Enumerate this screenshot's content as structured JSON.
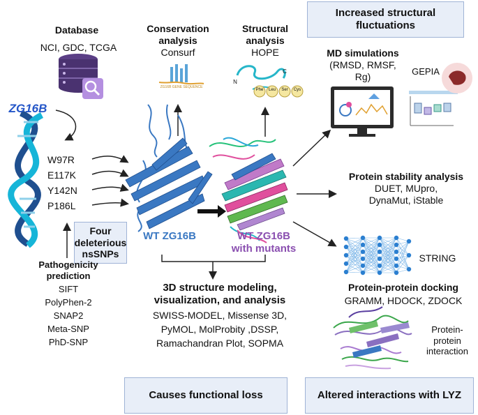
{
  "colors": {
    "gene": "#2456c8",
    "wt": "#3a78c2",
    "mutant": "#8a4fb0",
    "box_fill": "#e8eef8",
    "box_border": "#9fb3d6"
  },
  "database": {
    "title": "Database",
    "sources": "NCI, GDC, TCGA",
    "icon": "database-icon"
  },
  "gene": {
    "name": "ZG16B",
    "icon": "dna-helix-icon"
  },
  "mutations": [
    "W97R",
    "E117K",
    "Y142N",
    "P186L"
  ],
  "four_snps": {
    "line1": "Four",
    "line2": "deleterious",
    "line3": "nsSNPs"
  },
  "pathogenicity": {
    "title1": "Pathogenicity",
    "title2": "prediction",
    "tools": [
      "SIFT",
      "PolyPhen-2",
      "SNAP2",
      "Meta-SNP",
      "PhD-SNP"
    ]
  },
  "conservation": {
    "title1": "Conservation",
    "title2": "analysis",
    "tool": "Consurf",
    "icon_text": "ZG16B GENE SEQUENCE"
  },
  "structural": {
    "title1": "Structural",
    "title2": "analysis",
    "tool": "HOPE",
    "chain_n": "N",
    "chain_c": "C",
    "residues": [
      "Phe",
      "Leu",
      "Ser",
      "Cys"
    ]
  },
  "wt_label": "WT ZG16B",
  "mutant_label": {
    "line1": "WT ZG16B",
    "line2": "with mutants"
  },
  "modeling": {
    "title1": "3D structure modeling,",
    "title2": "visualization, and analysis",
    "tools1": "SWISS-MODEL,  Missense 3D,",
    "tools2": "PyMOL, MolProbity ,DSSP,",
    "tools3": "Ramachandran Plot, SOPMA"
  },
  "boxes": {
    "fluct1": "Increased structural",
    "fluct2": "fluctuations",
    "loss": "Causes functional loss",
    "lyz": "Altered interactions with LYZ"
  },
  "md": {
    "title": "MD simulations",
    "line2": "(RMSD, RMSF,",
    "line3": "Rg)",
    "gepia": "GEPIA"
  },
  "stability": {
    "title": "Protein stability analysis",
    "line1": "DUET, MUpro,",
    "line2": "DynaMut, iStable"
  },
  "string_label": "STRING",
  "docking": {
    "title": "Protein-protein docking",
    "tools": "GRAMM, HDOCK, ZDOCK",
    "interaction1": "Protein-",
    "interaction2": "protein",
    "interaction3": "interaction"
  }
}
